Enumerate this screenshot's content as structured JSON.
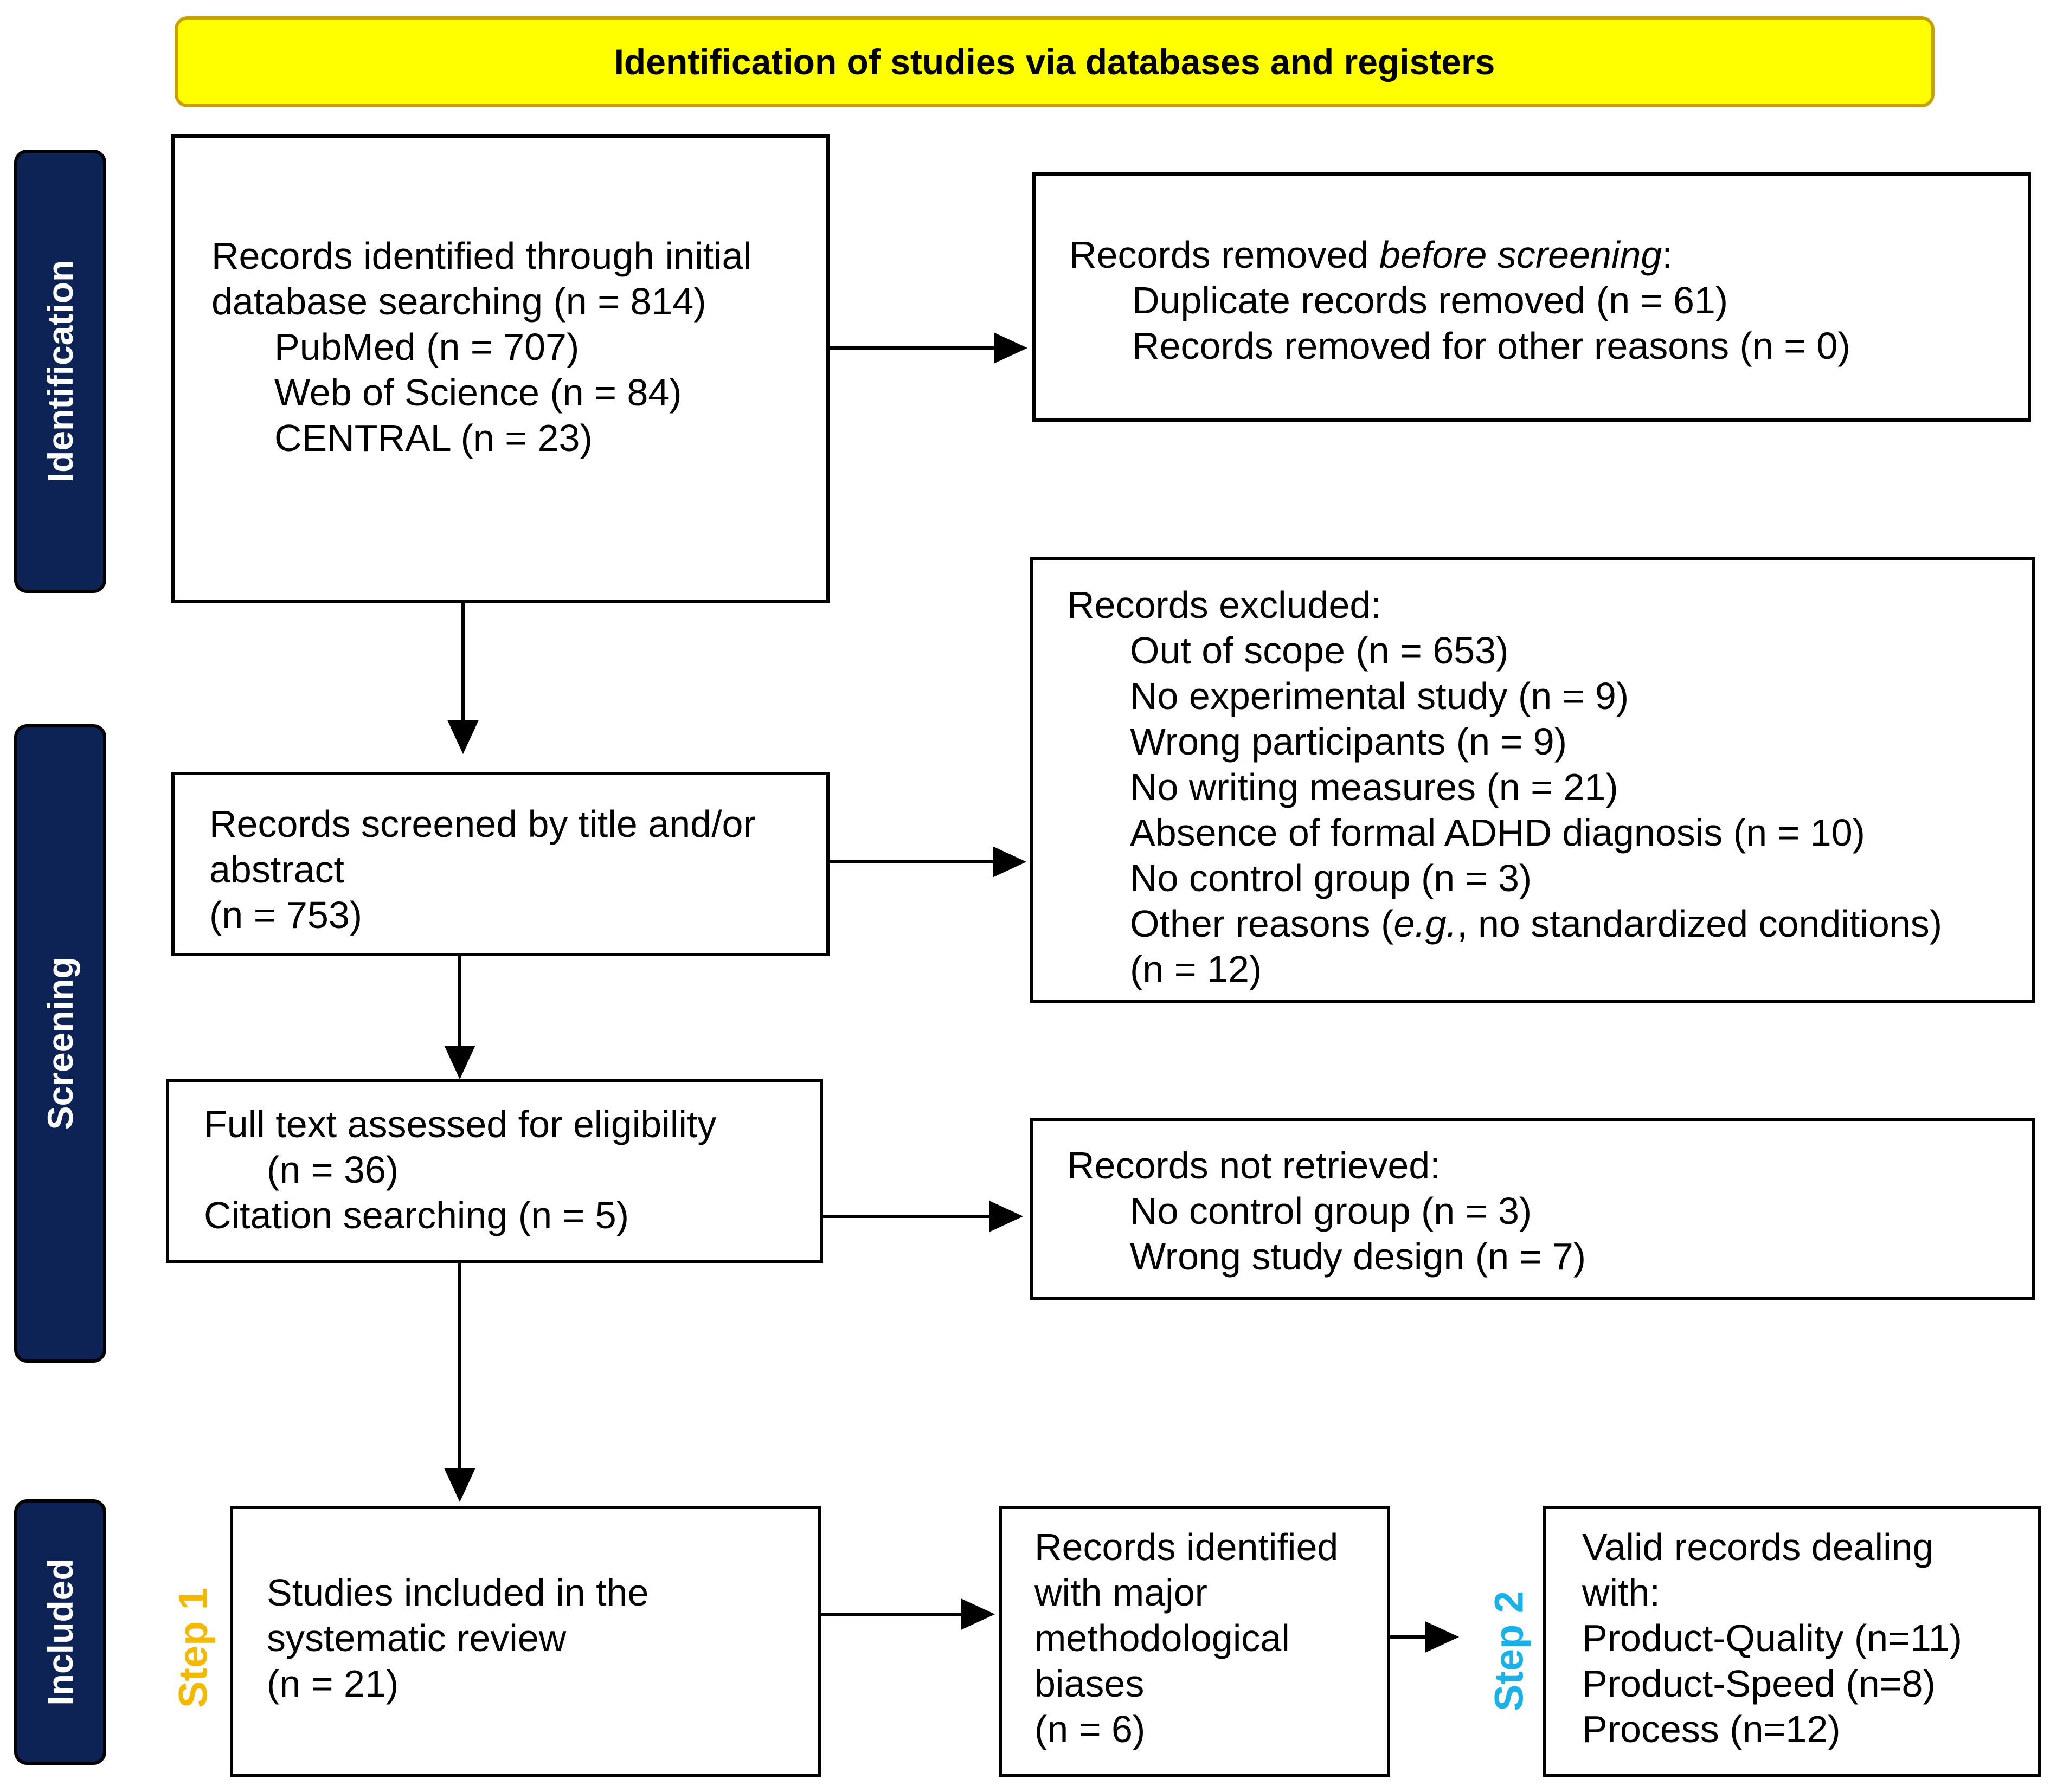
{
  "header": {
    "title": "Identification of studies via databases and registers"
  },
  "phases": {
    "identification": "Identification",
    "screening": "Screening",
    "included": "Included"
  },
  "steps": {
    "step1": {
      "label": "Step 1",
      "color": "#f5b800"
    },
    "step2": {
      "label": "Step 2",
      "color": "#1ab0e8"
    }
  },
  "boxes": {
    "identified": {
      "line1": "Records identified through initial",
      "line2": "database searching (n = 814)",
      "pubmed": "PubMed (n = 707)",
      "wos": "Web of Science (n = 84)",
      "central": "CENTRAL (n = 23)"
    },
    "removed": {
      "line1_prefix": "Records removed ",
      "line1_italic": "before screening",
      "line1_suffix": ":",
      "duplicates": "Duplicate records removed (n = 61)",
      "other": "Records removed for other reasons (n = 0)"
    },
    "screened": {
      "line1": "Records screened by title and/or",
      "line2": "abstract",
      "line3": "(n = 753)"
    },
    "excluded": {
      "title": "Records excluded:",
      "out_of_scope": "Out of scope (n = 653)",
      "no_experimental": "No experimental study (n = 9)",
      "wrong_participants": "Wrong participants (n = 9)",
      "no_writing": "No writing measures (n = 21)",
      "no_adhd": "Absence of formal ADHD diagnosis (n = 10)",
      "no_control": "No control group (n = 3)",
      "other_prefix": "Other reasons (",
      "other_italic": "e.g.",
      "other_suffix": ", no standardized conditions)",
      "other_n": "(n = 12)"
    },
    "fulltext": {
      "line1": "Full text assessed for eligibility",
      "line2": "(n = 36)",
      "line3": "Citation searching (n = 5)"
    },
    "not_retrieved": {
      "title": "Records not retrieved:",
      "no_control": "No control group (n = 3)",
      "wrong_design": "Wrong study design (n = 7)"
    },
    "included": {
      "line1": "Studies included in the",
      "line2": "systematic review",
      "line3": "(n = 21)"
    },
    "biases": {
      "line1": "Records identified",
      "line2": "with major",
      "line3": "methodological",
      "line4": "biases",
      "line5": "(n = 6)"
    },
    "valid": {
      "line1": "Valid records dealing",
      "line2": "with:",
      "quality": "Product-Quality (n=11)",
      "speed": "Product-Speed (n=8)",
      "process": "Process (n=12)"
    }
  }
}
